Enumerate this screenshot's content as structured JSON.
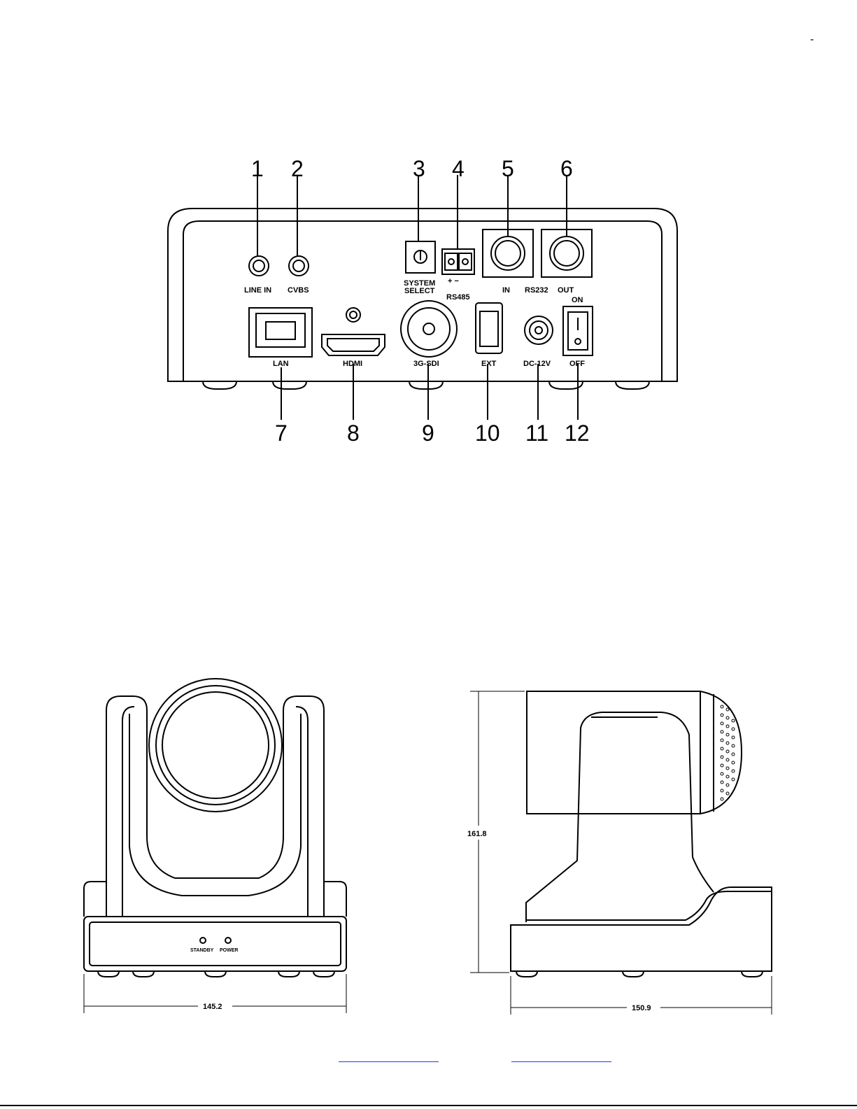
{
  "page": {
    "corner_mark": "-"
  },
  "rear_panel": {
    "callouts_top": [
      "1",
      "2",
      "3",
      "4",
      "5",
      "6"
    ],
    "callouts_bottom": [
      "7",
      "8",
      "9",
      "10",
      "11",
      "12"
    ],
    "labels": {
      "line_in": "LINE IN",
      "cvbs": "CVBS",
      "system": "SYSTEM",
      "select": "SELECT",
      "rs485": "RS485",
      "in": "IN",
      "rs232": "RS232",
      "out": "OUT",
      "on": "ON",
      "off": "OFF",
      "lan": "LAN",
      "hdmi": "HDMI",
      "sdi": "3G-SDI",
      "ext": "EXT",
      "dc": "DC-12V",
      "plus_minus": "+ −"
    }
  },
  "front_view": {
    "standby": "STANDBY",
    "power": "POWER",
    "width_dim": "145.2"
  },
  "side_view": {
    "height_dim": "161.8",
    "depth_dim": "150.9"
  },
  "footer": {
    "links": [
      "",
      ""
    ]
  }
}
